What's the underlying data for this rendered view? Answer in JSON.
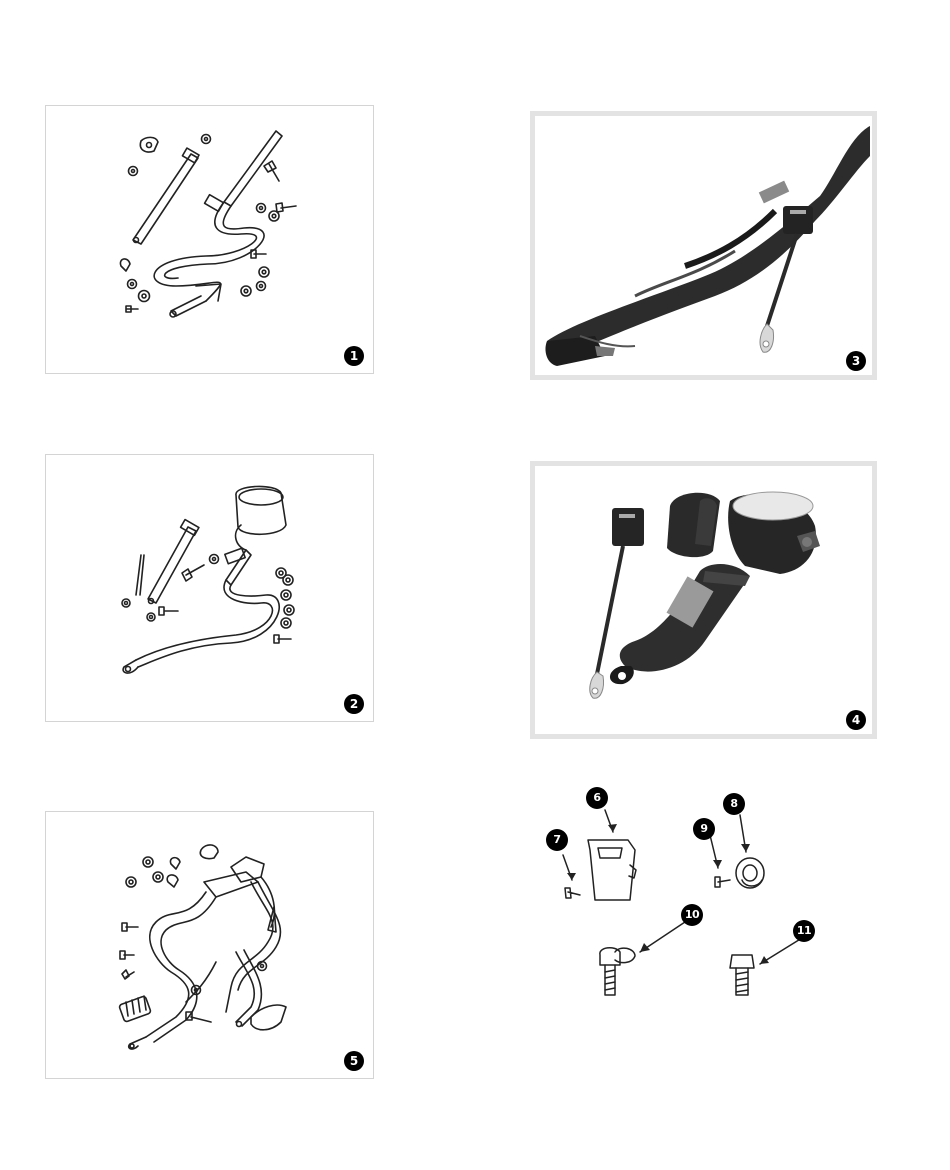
{
  "panels": [
    {
      "id": "1",
      "label": "1",
      "kind": "line-drawing"
    },
    {
      "id": "3",
      "label": "3",
      "kind": "photo"
    },
    {
      "id": "2",
      "label": "2",
      "kind": "line-drawing"
    },
    {
      "id": "4",
      "label": "4",
      "kind": "photo"
    },
    {
      "id": "5",
      "label": "5",
      "kind": "line-drawing"
    }
  ],
  "callouts": {
    "c6": "6",
    "c7": "7",
    "c8": "8",
    "c9": "9",
    "c10": "10",
    "c11": "11"
  }
}
